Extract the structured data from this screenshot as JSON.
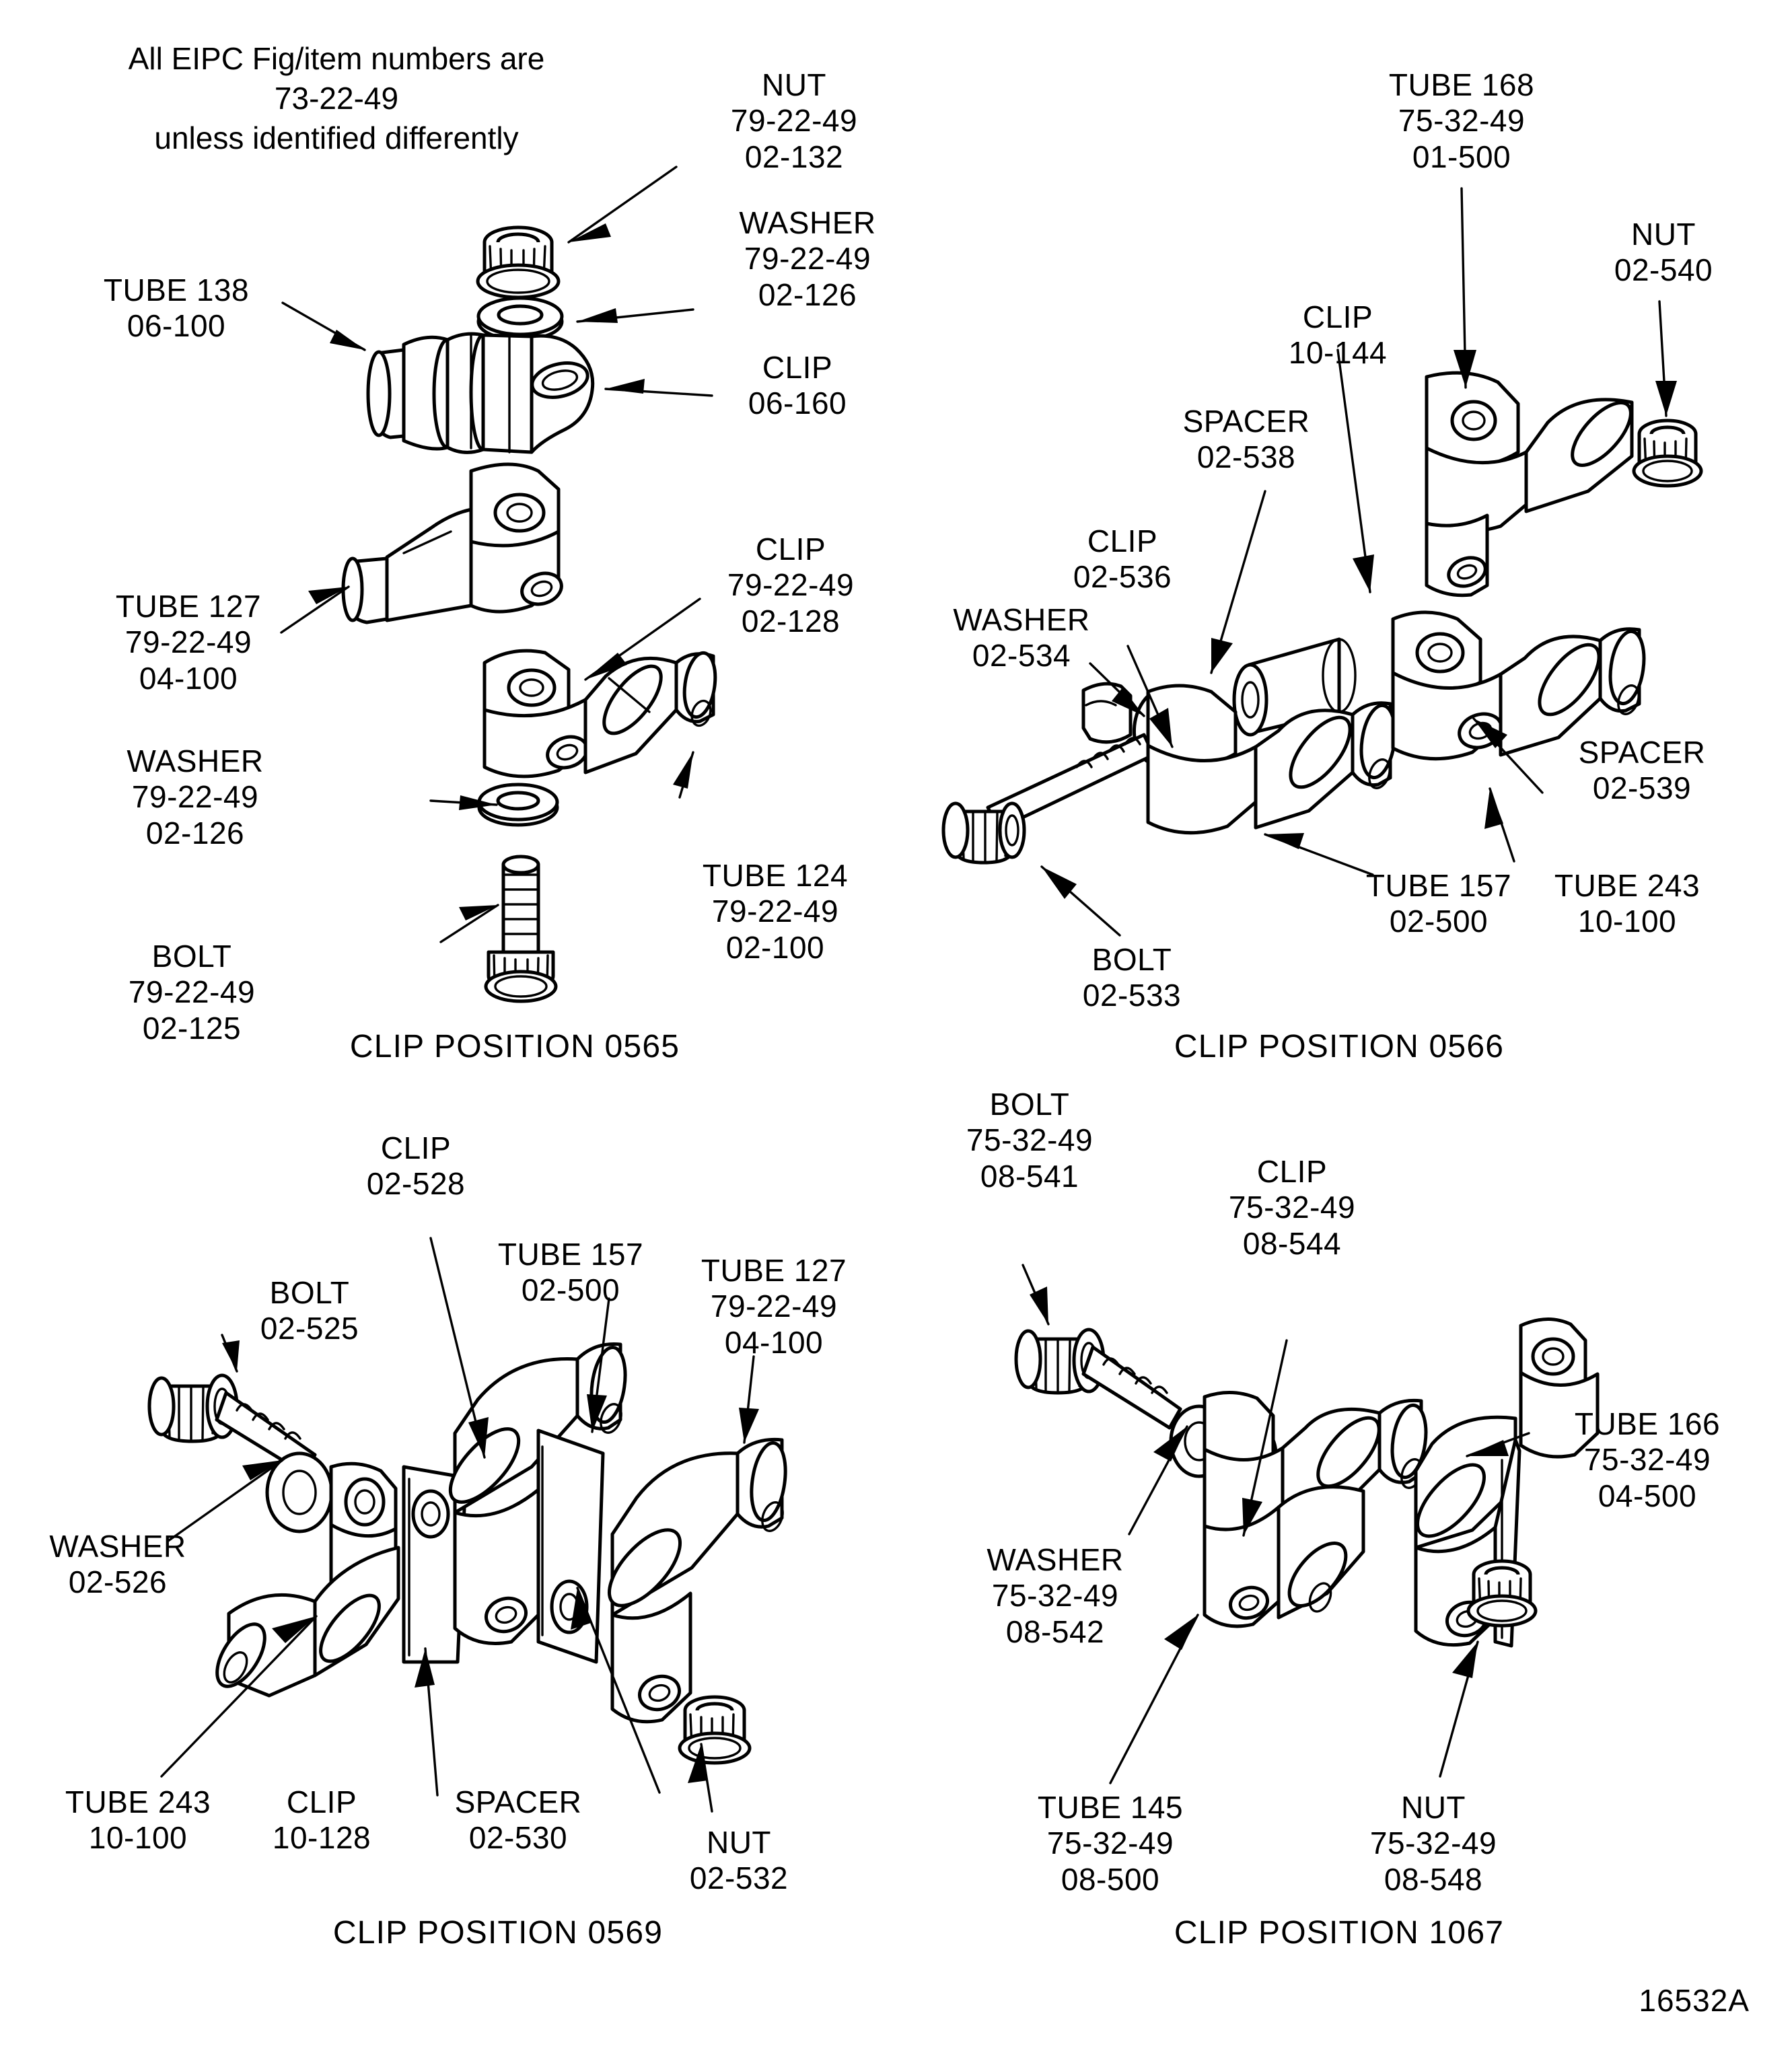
{
  "drawing": {
    "note": "All EIPC Fig/item numbers are\n73-22-49\nunless identified differently",
    "drawing_number": "16532A"
  },
  "panels": [
    {
      "id": "panel-0565",
      "caption": "CLIP POSITION 0565",
      "labels": [
        {
          "name": "nut",
          "text": "NUT\n79-22-49\n02-132"
        },
        {
          "name": "washer",
          "text": "WASHER\n79-22-49\n02-126"
        },
        {
          "name": "clip",
          "text": "CLIP\n06-160"
        },
        {
          "name": "tube138",
          "text": "TUBE 138\n06-100"
        },
        {
          "name": "tube127",
          "text": "TUBE 127\n79-22-49\n04-100"
        },
        {
          "name": "clip128",
          "text": "CLIP\n79-22-49\n02-128"
        },
        {
          "name": "washer126b",
          "text": "WASHER\n79-22-49\n02-126"
        },
        {
          "name": "tube124",
          "text": "TUBE 124\n79-22-49\n02-100"
        },
        {
          "name": "bolt",
          "text": "BOLT\n79-22-49\n02-125"
        }
      ]
    },
    {
      "id": "panel-0566",
      "caption": "CLIP POSITION 0566",
      "labels": [
        {
          "name": "tube168",
          "text": "TUBE 168\n75-32-49\n01-500"
        },
        {
          "name": "nut540",
          "text": "NUT\n02-540"
        },
        {
          "name": "clip144",
          "text": "CLIP\n10-144"
        },
        {
          "name": "spacer538",
          "text": "SPACER\n02-538"
        },
        {
          "name": "clip536",
          "text": "CLIP\n02-536"
        },
        {
          "name": "washer534",
          "text": "WASHER\n02-534"
        },
        {
          "name": "spacer539",
          "text": "SPACER\n02-539"
        },
        {
          "name": "tube157",
          "text": "TUBE 157\n02-500"
        },
        {
          "name": "tube243",
          "text": "TUBE 243\n10-100"
        },
        {
          "name": "bolt533",
          "text": "BOLT\n02-533"
        }
      ]
    },
    {
      "id": "panel-0569",
      "caption": "CLIP POSITION 0569",
      "labels": [
        {
          "name": "clip528",
          "text": "CLIP\n02-528"
        },
        {
          "name": "tube157",
          "text": "TUBE 157\n02-500"
        },
        {
          "name": "tube127",
          "text": "TUBE 127\n79-22-49\n04-100"
        },
        {
          "name": "bolt525",
          "text": "BOLT\n02-525"
        },
        {
          "name": "washer526",
          "text": "WASHER\n02-526"
        },
        {
          "name": "tube243",
          "text": "TUBE 243\n10-100"
        },
        {
          "name": "clip128",
          "text": "CLIP\n10-128"
        },
        {
          "name": "spacer530",
          "text": "SPACER\n02-530"
        },
        {
          "name": "nut532",
          "text": "NUT\n02-532"
        }
      ]
    },
    {
      "id": "panel-1067",
      "caption": "CLIP POSITION 1067",
      "labels": [
        {
          "name": "bolt541",
          "text": "BOLT\n75-32-49\n08-541"
        },
        {
          "name": "clip544",
          "text": "CLIP\n75-32-49\n08-544"
        },
        {
          "name": "tube166",
          "text": "TUBE 166\n75-32-49\n04-500"
        },
        {
          "name": "washer542",
          "text": "WASHER\n75-32-49\n08-542"
        },
        {
          "name": "tube145",
          "text": "TUBE 145\n75-32-49\n08-500"
        },
        {
          "name": "nut548",
          "text": "NUT\n75-32-49\n08-548"
        }
      ]
    }
  ]
}
